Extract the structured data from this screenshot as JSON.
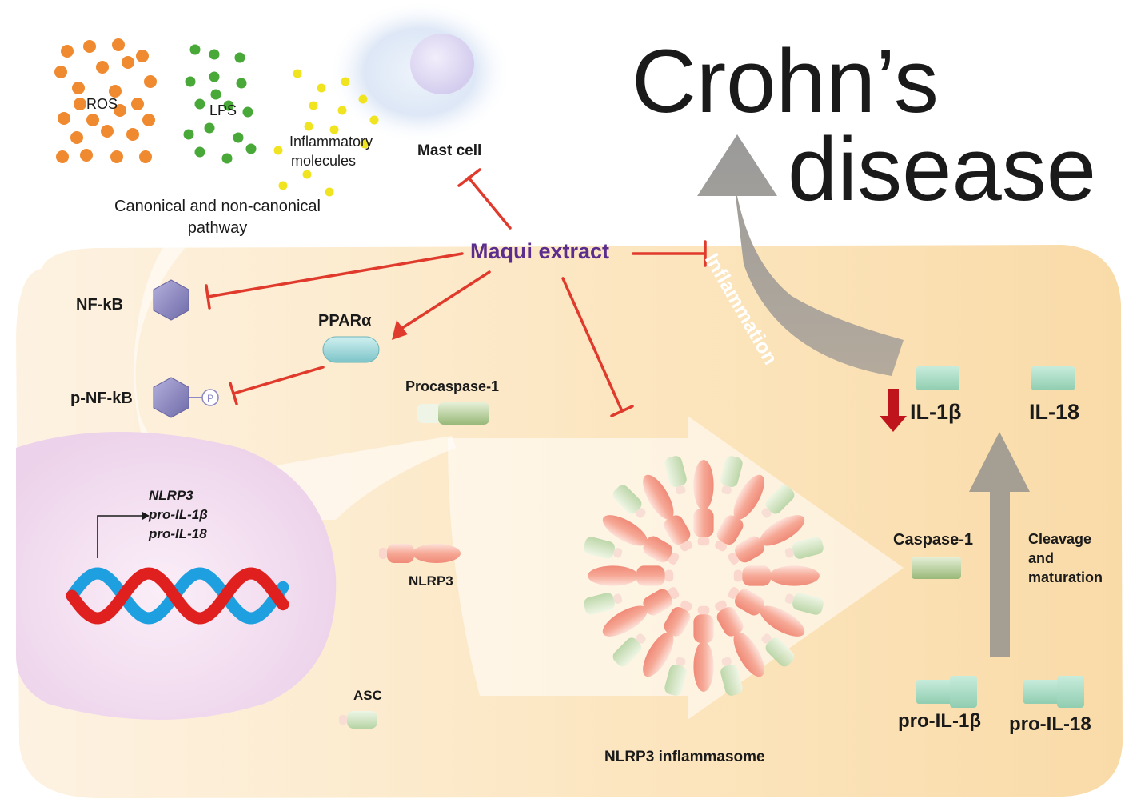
{
  "title": {
    "line1": "Crohn’s",
    "line2": "disease"
  },
  "stimuli": {
    "ros": "ROS",
    "lps": "LPS",
    "inflammatory_1": "Inflammatory",
    "inflammatory_2": "molecules",
    "pathway_1": "Canonical and non-canonical",
    "pathway_2": "pathway"
  },
  "mast_cell": "Mast cell",
  "maqui": "Maqui extract",
  "nfkb": "NF-kB",
  "pnfkb": "p-NF-kB",
  "phospho": "P",
  "ppar": "PPARα",
  "procaspase": "Procaspase-1",
  "genes": [
    "NLRP3",
    "pro-IL-1β",
    "pro-IL-18"
  ],
  "nlrp3": "NLRP3",
  "asc": "ASC",
  "inflammasome": "NLRP3 inflammasome",
  "inflammation": "Inflammation",
  "il1b": "IL-1β",
  "il18": "IL-18",
  "caspase1": "Caspase-1",
  "cleavage": [
    "Cleavage",
    "and",
    "maturation"
  ],
  "pro_il1b": "pro-IL-1β",
  "pro_il18": "pro-IL-18",
  "colors": {
    "inhibit": "#e03a2c",
    "maqui": "#5b2d8e",
    "down_arrow": "#c0141c",
    "cell": "#fbe6c4",
    "nucleus": "#efd6ec",
    "hexagon": "#8d89c4",
    "nlrp3_red": "#f4a090",
    "asc_green": "#b6d4a4",
    "cytokine": "#a8dcc4",
    "ros": "#f08a30",
    "lps": "#48a838",
    "inflam": "#f0e420"
  }
}
